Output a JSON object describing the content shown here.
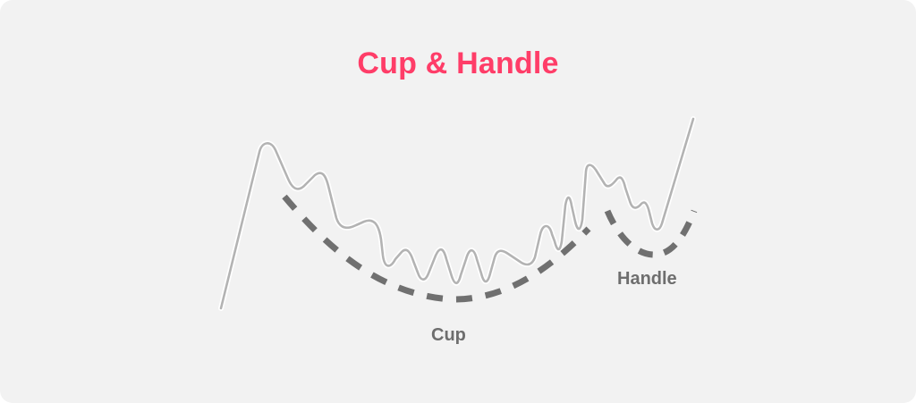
{
  "diagram": {
    "title": "Cup & Handle",
    "labels": {
      "cup": "Cup",
      "handle": "Handle"
    },
    "colors": {
      "background": "#f2f2f2",
      "title": "#ff3d68",
      "price_line": "#b3b3b3",
      "price_line_halo": "#ffffff",
      "guide_dashes": "#707070",
      "label_text": "#6e6e6e"
    },
    "elements": [
      {
        "name": "price-line",
        "style": "solid light gray with white outline"
      },
      {
        "name": "cup-curve",
        "style": "thick dashed dark gray arc"
      },
      {
        "name": "handle-curve",
        "style": "thick dashed dark gray arc"
      }
    ]
  }
}
